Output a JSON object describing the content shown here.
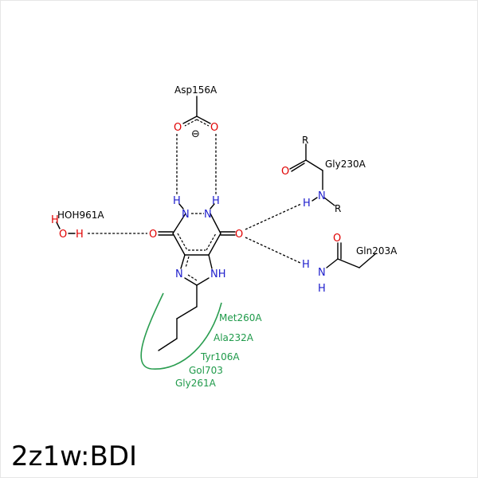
{
  "title": "2z1w:BDI",
  "residues": {
    "asp": "Asp156A",
    "gly": "Gly230A",
    "gln": "Gln203A",
    "water": "HOH961A"
  },
  "hydrophobic_residues": [
    "Met260A",
    "Ala232A",
    "Tyr106A",
    "Gol703",
    "Gly261A"
  ],
  "atoms": {
    "O": "O",
    "N": "N",
    "H": "H",
    "NH": "NH",
    "R": "R",
    "charge": "⊖"
  },
  "colors": {
    "oxygen": "#e00000",
    "nitrogen": "#1e1ecc",
    "hydrophobic": "#1f9a4a",
    "bond": "#000000"
  }
}
